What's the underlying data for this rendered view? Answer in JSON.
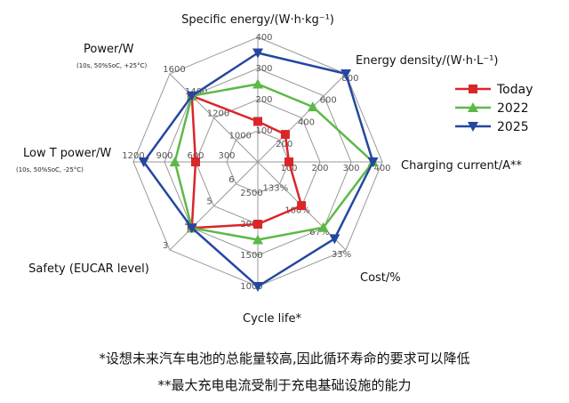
{
  "chart_data": {
    "type": "radar",
    "axes": [
      {
        "label": "Specific energy/(W·h·kg⁻¹)",
        "ticks": [
          "100",
          "200",
          "300",
          "400"
        ]
      },
      {
        "label": "Energy density/(W·h·L⁻¹)",
        "ticks": [
          "200",
          "400",
          "600",
          "800"
        ]
      },
      {
        "label": "Charging current/A**",
        "ticks": [
          "100",
          "200",
          "300",
          "400"
        ]
      },
      {
        "label": "Cost/%",
        "ticks": [
          "133%",
          "100%",
          "67%",
          "33%"
        ]
      },
      {
        "label": "Cycle life*",
        "ticks": [
          "2500",
          "2000",
          "1500",
          "1000"
        ]
      },
      {
        "label": "Safety (EUCAR level)",
        "ticks": [
          "6",
          "5",
          "4",
          "3"
        ]
      },
      {
        "label": "Low T power/W",
        "sublabel": "(10s, 50%SoC, -25°C)",
        "ticks": [
          "300",
          "600",
          "900",
          "1200"
        ]
      },
      {
        "label": "Power/W",
        "sublabel": "(10s, 50%SoC, +25°C)",
        "ticks": [
          "1000",
          "1200",
          "1400",
          "1600"
        ]
      }
    ],
    "series": [
      {
        "name": "Today",
        "color": "#d9262b",
        "marker": "square",
        "values": [
          {
            "axis": "Specific energy",
            "value": 130
          },
          {
            "axis": "Energy density",
            "value": 250
          },
          {
            "axis": "Charging current",
            "value": 100
          },
          {
            "axis": "Cost",
            "value": "100%"
          },
          {
            "axis": "Cycle life",
            "value": 2000
          },
          {
            "axis": "Safety",
            "value": 4
          },
          {
            "axis": "Low T power",
            "value": 600
          },
          {
            "axis": "Power",
            "value": 1400
          }
        ]
      },
      {
        "name": "2022",
        "color": "#5cb947",
        "marker": "triangle",
        "values": [
          {
            "axis": "Specific energy",
            "value": 250
          },
          {
            "axis": "Energy density",
            "value": 500
          },
          {
            "axis": "Charging current",
            "value": 370
          },
          {
            "axis": "Cost",
            "value": "67%"
          },
          {
            "axis": "Cycle life",
            "value": 1750
          },
          {
            "axis": "Safety",
            "value": 4
          },
          {
            "axis": "Low T power",
            "value": 800
          },
          {
            "axis": "Power",
            "value": 1400
          }
        ]
      },
      {
        "name": "2025",
        "color": "#2447a0",
        "marker": "triangle-down",
        "values": [
          {
            "axis": "Specific energy",
            "value": 350
          },
          {
            "axis": "Energy density",
            "value": 800
          },
          {
            "axis": "Charging current",
            "value": 370
          },
          {
            "axis": "Cost",
            "value": "50%"
          },
          {
            "axis": "Cycle life",
            "value": 1000
          },
          {
            "axis": "Safety",
            "value": 4
          },
          {
            "axis": "Low T power",
            "value": 1100
          },
          {
            "axis": "Power",
            "value": 1400
          }
        ]
      }
    ],
    "legend_position": "right",
    "grid": true
  },
  "footnotes": [
    "*设想未来汽车电池的总能量较高,因此循环寿命的要求可以降低",
    "**最大充电电流受制于充电基础设施的能力"
  ]
}
